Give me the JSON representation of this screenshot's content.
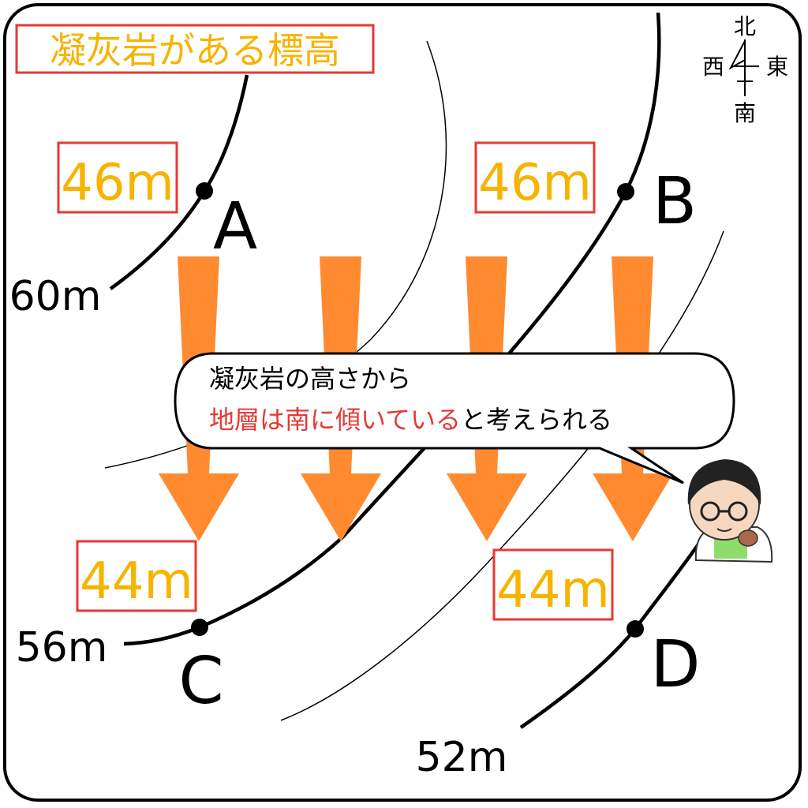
{
  "title": "凝灰岩がある標高",
  "compass": {
    "north": "北",
    "south": "南",
    "east": "東",
    "west": "西"
  },
  "points": [
    {
      "name": "A",
      "tuff_elevation": "46m"
    },
    {
      "name": "B",
      "tuff_elevation": "46m"
    },
    {
      "name": "C",
      "tuff_elevation": "44m"
    },
    {
      "name": "D",
      "tuff_elevation": "44m"
    }
  ],
  "contour_labels": [
    "60m",
    "56m",
    "52m"
  ],
  "speech": {
    "line1": "凝灰岩の高さから",
    "line2_highlight": "地層は南に傾いている",
    "line2_rest": "と考えられる"
  },
  "colors": {
    "arrow": "#ff8a30",
    "label_text": "#f6b400",
    "label_border": "#e53935",
    "highlight_text": "#e53935"
  }
}
